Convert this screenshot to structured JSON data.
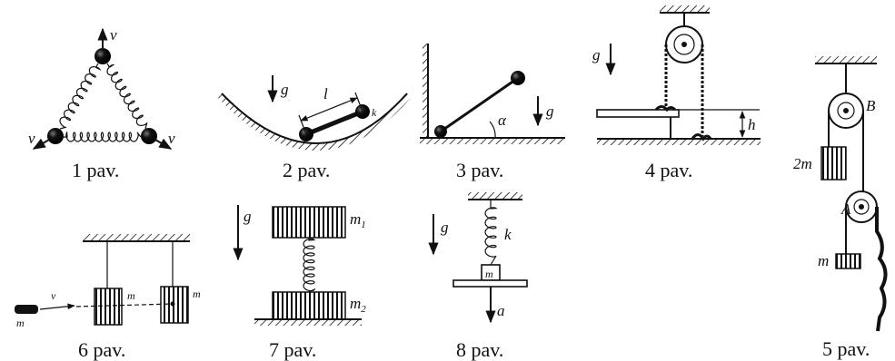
{
  "captions": {
    "p1": "1 pav.",
    "p2": "2 pav.",
    "p3": "3 pav.",
    "p4": "4 pav.",
    "p5": "5 pav.",
    "p6": "6 pav.",
    "p7": "7 pav.",
    "p8": "8 pav."
  },
  "labels": {
    "v": "v",
    "g": "g",
    "l": "l",
    "k": "k",
    "alpha": "α",
    "h": "h",
    "B": "B",
    "A": "A",
    "two_m": "2m",
    "m": "m",
    "m1": "m",
    "m1_sub": "1",
    "m2": "m",
    "m2_sub": "2",
    "a": "a"
  }
}
